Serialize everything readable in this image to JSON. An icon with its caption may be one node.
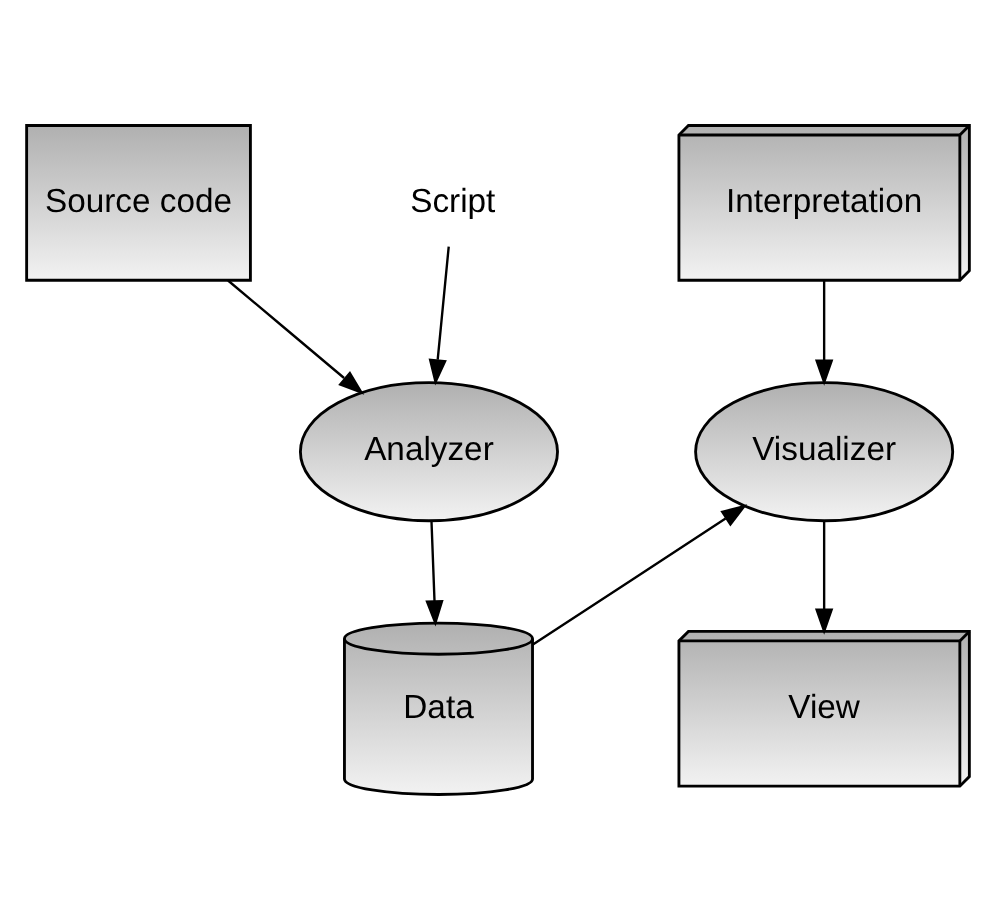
{
  "diagram": {
    "nodes": [
      {
        "text": [
          "Source code"
        ]
      },
      {
        "text": [
          "Script"
        ]
      },
      {
        "text": [
          "Analyzer"
        ]
      },
      {
        "text": [
          "Data"
        ]
      },
      {
        "text": [
          "Interpretation"
        ]
      },
      {
        "text": [
          "Visualizer"
        ]
      },
      {
        "text": [
          "View"
        ]
      }
    ],
    "edges": [
      {
        "from": 0,
        "to": 2,
        "arrow": "to"
      },
      {
        "from": 1,
        "to": 2,
        "arrow": "to"
      },
      {
        "from": 2,
        "to": 3,
        "arrow": "to"
      },
      {
        "from": 3,
        "to": 5,
        "arrow": "to"
      },
      {
        "from": 4,
        "to": 5,
        "arrow": "to"
      },
      {
        "from": 5,
        "to": 6,
        "arrow": "to"
      }
    ]
  }
}
